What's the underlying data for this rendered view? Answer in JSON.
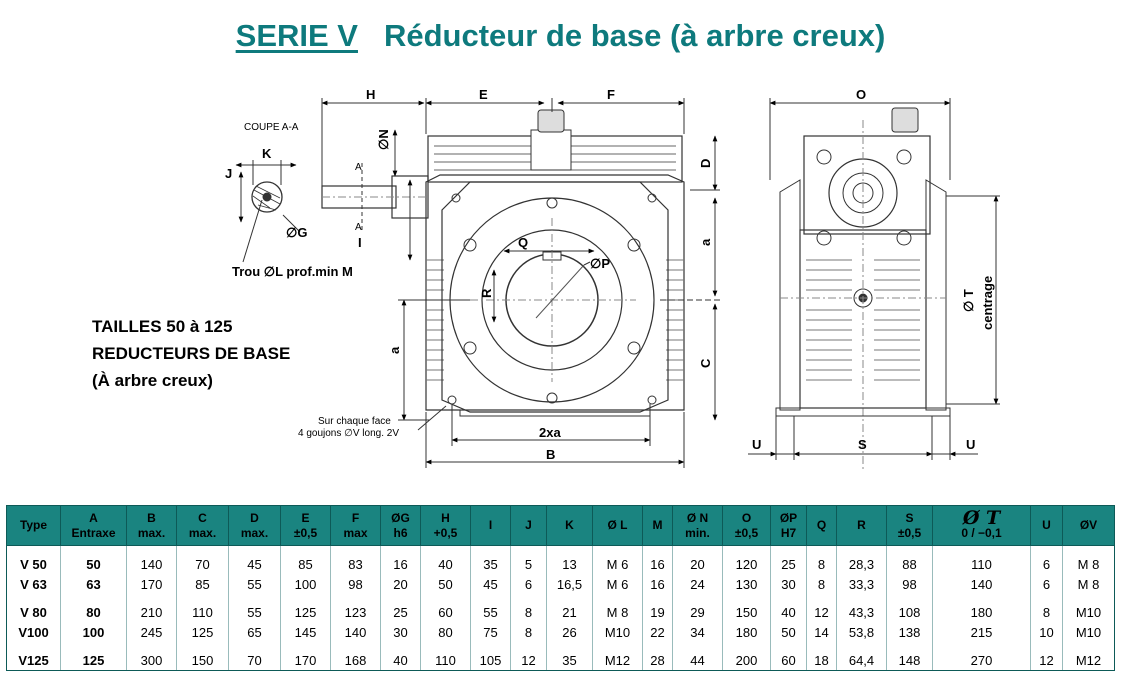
{
  "title": {
    "serie": "SERIE V",
    "main": "Réducteur de base (à arbre creux)"
  },
  "note": {
    "line1": "TAILLES 50 à 125",
    "line2": "REDUCTEURS DE BASE",
    "line3": "(À arbre creux)"
  },
  "drawing": {
    "coupe": "COUPE A-A",
    "K": "K",
    "J": "J",
    "G": "∅G",
    "trou": "Trou  ∅L prof.min M",
    "H": "H",
    "E": "E",
    "F": "F",
    "N": "∅N",
    "I": "I",
    "A_top": "A",
    "A_bot": "A",
    "D": "D",
    "a_right": "a",
    "C": "C",
    "a_left": "a",
    "Q": "Q",
    "R": "R",
    "P": "∅P",
    "twoxa": "2xa",
    "B": "B",
    "surface1": "Sur chaque face",
    "surface2": "4 goujons ∅V long. 2V",
    "O": "O",
    "T": "∅ T",
    "centrage": "centrage",
    "U_left": "U",
    "S": "S",
    "U_right": "U"
  },
  "table": {
    "headers": [
      {
        "l1": "Type",
        "l2": ""
      },
      {
        "l1": "A",
        "l2": "Entraxe"
      },
      {
        "l1": "B",
        "l2": "max."
      },
      {
        "l1": "C",
        "l2": "max."
      },
      {
        "l1": "D",
        "l2": "max."
      },
      {
        "l1": "E",
        "l2": "±0,5"
      },
      {
        "l1": "F",
        "l2": "max"
      },
      {
        "l1": "ØG",
        "l2": "h6"
      },
      {
        "l1": "H",
        "l2": "+0,5"
      },
      {
        "l1": "I",
        "l2": ""
      },
      {
        "l1": "J",
        "l2": ""
      },
      {
        "l1": "K",
        "l2": ""
      },
      {
        "l1": "Ø L",
        "l2": ""
      },
      {
        "l1": "M",
        "l2": ""
      },
      {
        "l1": "Ø N",
        "l2": "min."
      },
      {
        "l1": "O",
        "l2": "±0,5"
      },
      {
        "l1": "ØP",
        "l2": "H7"
      },
      {
        "l1": "Q",
        "l2": ""
      },
      {
        "l1": "R",
        "l2": ""
      },
      {
        "l1": "S",
        "l2": "±0,5"
      },
      {
        "l1": "Ø T",
        "l2": "0 / −0,1"
      },
      {
        "l1": "U",
        "l2": ""
      },
      {
        "l1": "ØV",
        "l2": ""
      }
    ],
    "rows": [
      [
        "V 50",
        "50",
        "140",
        "70",
        "45",
        "85",
        "83",
        "16",
        "40",
        "35",
        "5",
        "13",
        "M 6",
        "16",
        "20",
        "120",
        "25",
        "8",
        "28,3",
        "88",
        "110",
        "6",
        "M 8"
      ],
      [
        "V 63",
        "63",
        "170",
        "85",
        "55",
        "100",
        "98",
        "20",
        "50",
        "45",
        "6",
        "16,5",
        "M 6",
        "16",
        "24",
        "130",
        "30",
        "8",
        "33,3",
        "98",
        "140",
        "6",
        "M 8"
      ],
      [
        "V 80",
        "80",
        "210",
        "110",
        "55",
        "125",
        "123",
        "25",
        "60",
        "55",
        "8",
        "21",
        "M 8",
        "19",
        "29",
        "150",
        "40",
        "12",
        "43,3",
        "108",
        "180",
        "8",
        "M10"
      ],
      [
        "V100",
        "100",
        "245",
        "125",
        "65",
        "145",
        "140",
        "30",
        "80",
        "75",
        "8",
        "26",
        "M10",
        "22",
        "34",
        "180",
        "50",
        "14",
        "53,8",
        "138",
        "215",
        "10",
        "M10"
      ],
      [
        "V125",
        "125",
        "300",
        "150",
        "70",
        "170",
        "168",
        "40",
        "110",
        "105",
        "12",
        "35",
        "M12",
        "28",
        "44",
        "200",
        "60",
        "18",
        "64,4",
        "148",
        "270",
        "12",
        "M12"
      ]
    ]
  }
}
